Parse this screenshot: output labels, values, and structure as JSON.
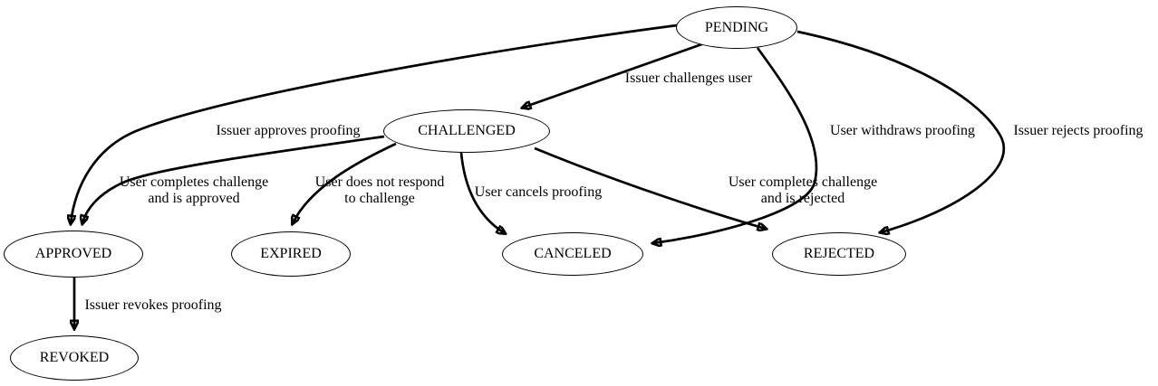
{
  "diagram": {
    "background_color": "#ffffff",
    "line_color": "#000000",
    "nodes": [
      {
        "id": "pending",
        "label": "PENDING"
      },
      {
        "id": "challenged",
        "label": "CHALLENGED"
      },
      {
        "id": "approved",
        "label": "APPROVED"
      },
      {
        "id": "expired",
        "label": "EXPIRED"
      },
      {
        "id": "canceled",
        "label": "CANCELED"
      },
      {
        "id": "rejected",
        "label": "REJECTED"
      },
      {
        "id": "revoked",
        "label": "REVOKED"
      }
    ],
    "edges": [
      {
        "from": "PENDING",
        "to": "CHALLENGED",
        "label": "Issuer challenges user",
        "label_lines": [
          "Issuer challenges user"
        ]
      },
      {
        "from": "PENDING",
        "to": "APPROVED",
        "label": "Issuer approves proofing",
        "label_lines": [
          "Issuer approves proofing"
        ]
      },
      {
        "from": "CHALLENGED",
        "to": "APPROVED",
        "label": "User completes challenge and is approved",
        "label_lines": [
          "User completes challenge",
          "and is approved"
        ]
      },
      {
        "from": "CHALLENGED",
        "to": "EXPIRED",
        "label": "User does not respond to challenge",
        "label_lines": [
          "User does not respond",
          "to challenge"
        ]
      },
      {
        "from": "CHALLENGED",
        "to": "CANCELED",
        "label": "User cancels proofing",
        "label_lines": [
          "User cancels proofing"
        ]
      },
      {
        "from": "CHALLENGED",
        "to": "REJECTED",
        "label": "User completes challenge and is rejected",
        "label_lines": [
          "User completes challenge",
          "and is rejected"
        ]
      },
      {
        "from": "PENDING",
        "to": "CANCELED",
        "label": "User withdraws proofing",
        "label_lines": [
          "User withdraws proofing"
        ]
      },
      {
        "from": "PENDING",
        "to": "REJECTED",
        "label": "Issuer rejects proofing",
        "label_lines": [
          "Issuer rejects proofing"
        ]
      },
      {
        "from": "APPROVED",
        "to": "REVOKED",
        "label": "Issuer revokes proofing",
        "label_lines": [
          "Issuer revokes proofing"
        ]
      }
    ]
  }
}
